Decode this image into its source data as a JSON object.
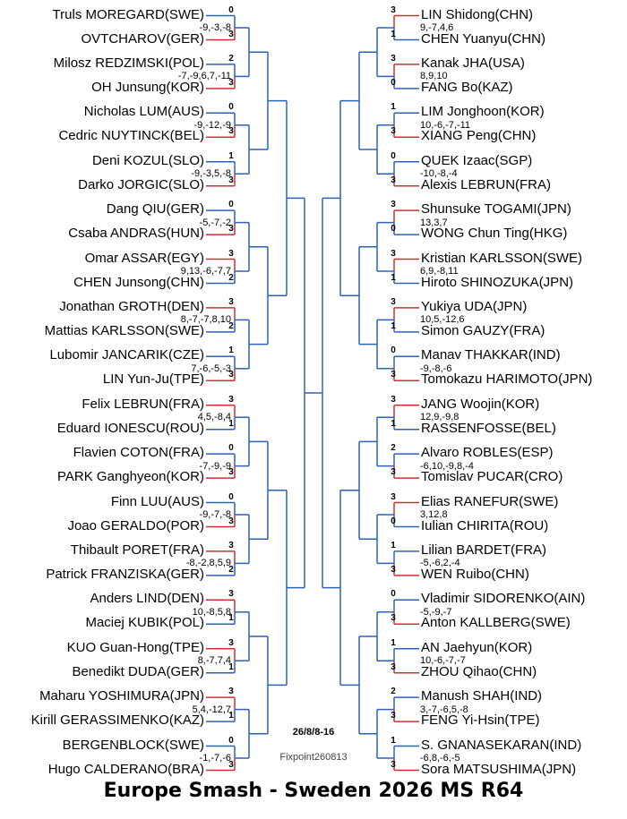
{
  "title": "Europe Smash - Sweden 2026 MS R64",
  "date": "26/8/8-16",
  "credit": "Fixpoint260813",
  "colors": {
    "winner_line": "#d03030",
    "loser_line": "#2e62b8",
    "bracket_line": "#2e62b8"
  },
  "left_matches": [
    {
      "p1": "Truls MOREGARD(SWE)",
      "p2": "OVTCHAROV(GER)",
      "score": "-9,-3,-8",
      "g1": "0",
      "g2": "3",
      "winner": 2
    },
    {
      "p1": "Milosz REDZIMSKI(POL)",
      "p2": "OH Junsung(KOR)",
      "score": "-7,-9,6,7,-11",
      "g1": "2",
      "g2": "3",
      "winner": 2
    },
    {
      "p1": "Nicholas LUM(AUS)",
      "p2": "Cedric NUYTINCK(BEL)",
      "score": "-9,-12,-9",
      "g1": "0",
      "g2": "3",
      "winner": 2
    },
    {
      "p1": "Deni KOZUL(SLO)",
      "p2": "Darko JORGIC(SLO)",
      "score": "-9,-3,5,-8",
      "g1": "1",
      "g2": "3",
      "winner": 2
    },
    {
      "p1": "Dang QIU(GER)",
      "p2": "Csaba ANDRAS(HUN)",
      "score": "-5,-7,-2",
      "g1": "0",
      "g2": "3",
      "winner": 2
    },
    {
      "p1": "Omar ASSAR(EGY)",
      "p2": "CHEN Junsong(CHN)",
      "score": "9,13,-6,-7,7",
      "g1": "3",
      "g2": "2",
      "winner": 1
    },
    {
      "p1": "Jonathan GROTH(DEN)",
      "p2": "Mattias KARLSSON(SWE)",
      "score": "8,-7,-7,8,10",
      "g1": "3",
      "g2": "2",
      "winner": 1
    },
    {
      "p1": "Lubomir JANCARIK(CZE)",
      "p2": "LIN Yun-Ju(TPE)",
      "score": "7,-6,-5,-3",
      "g1": "1",
      "g2": "3",
      "winner": 2
    },
    {
      "p1": "Felix LEBRUN(FRA)",
      "p2": "Eduard IONESCU(ROU)",
      "score": "4,5,-8,4",
      "g1": "3",
      "g2": "1",
      "winner": 1
    },
    {
      "p1": "Flavien COTON(FRA)",
      "p2": "PARK Ganghyeon(KOR)",
      "score": "-7,-9,-9",
      "g1": "0",
      "g2": "3",
      "winner": 2
    },
    {
      "p1": "Finn LUU(AUS)",
      "p2": "Joao GERALDO(POR)",
      "score": "-9,-7,-8",
      "g1": "0",
      "g2": "3",
      "winner": 2
    },
    {
      "p1": "Thibault PORET(FRA)",
      "p2": "Patrick FRANZISKA(GER)",
      "score": "-8,-2,8,5,9",
      "g1": "3",
      "g2": "2",
      "winner": 1
    },
    {
      "p1": "Anders LIND(DEN)",
      "p2": "Maciej KUBIK(POL)",
      "score": "10,-8,5,8",
      "g1": "3",
      "g2": "1",
      "winner": 1
    },
    {
      "p1": "KUO Guan-Hong(TPE)",
      "p2": "Benedikt DUDA(GER)",
      "score": "8,-7,7,4",
      "g1": "3",
      "g2": "1",
      "winner": 1
    },
    {
      "p1": "Maharu YOSHIMURA(JPN)",
      "p2": "Kirill GERASSIMENKO(KAZ)",
      "score": "5,4,-12,7",
      "g1": "3",
      "g2": "1",
      "winner": 1
    },
    {
      "p1": "BERGENBLOCK(SWE)",
      "p2": "Hugo CALDERANO(BRA)",
      "score": "-1,-7,-6",
      "g1": "0",
      "g2": "3",
      "winner": 2
    }
  ],
  "right_matches": [
    {
      "p1": "LIN Shidong(CHN)",
      "p2": "CHEN Yuanyu(CHN)",
      "score": "9,-7,4,6",
      "g1": "3",
      "g2": "1",
      "winner": 1
    },
    {
      "p1": "Kanak JHA(USA)",
      "p2": "FANG Bo(KAZ)",
      "score": "8,9,10",
      "g1": "3",
      "g2": "0",
      "winner": 1
    },
    {
      "p1": "LIM Jonghoon(KOR)",
      "p2": "XIANG Peng(CHN)",
      "score": "10,-6,-7,-11",
      "g1": "1",
      "g2": "3",
      "winner": 2
    },
    {
      "p1": "QUEK Izaac(SGP)",
      "p2": "Alexis LEBRUN(FRA)",
      "score": "-10,-8,-4",
      "g1": "0",
      "g2": "3",
      "winner": 2
    },
    {
      "p1": "Shunsuke TOGAMI(JPN)",
      "p2": "WONG Chun Ting(HKG)",
      "score": "13,3,7",
      "g1": "3",
      "g2": "0",
      "winner": 1
    },
    {
      "p1": "Kristian KARLSSON(SWE)",
      "p2": "Hiroto SHINOZUKA(JPN)",
      "score": "6,9,-8,11",
      "g1": "3",
      "g2": "1",
      "winner": 1
    },
    {
      "p1": "Yukiya UDA(JPN)",
      "p2": "Simon GAUZY(FRA)",
      "score": "10,5,-12,6",
      "g1": "3",
      "g2": "1",
      "winner": 1
    },
    {
      "p1": "Manav THAKKAR(IND)",
      "p2": "Tomokazu HARIMOTO(JPN)",
      "score": "-9,-8,-6",
      "g1": "0",
      "g2": "3",
      "winner": 2
    },
    {
      "p1": "JANG Woojin(KOR)",
      "p2": "RASSENFOSSE(BEL)",
      "score": "12,9,-9,8",
      "g1": "3",
      "g2": "1",
      "winner": 1
    },
    {
      "p1": "Alvaro ROBLES(ESP)",
      "p2": "Tomislav PUCAR(CRO)",
      "score": "-6,10,-9,8,-4",
      "g1": "2",
      "g2": "3",
      "winner": 2
    },
    {
      "p1": "Elias RANEFUR(SWE)",
      "p2": "Iulian CHIRITA(ROU)",
      "score": "3,12,8",
      "g1": "3",
      "g2": "0",
      "winner": 1
    },
    {
      "p1": "Lilian BARDET(FRA)",
      "p2": "WEN Ruibo(CHN)",
      "score": "-5,-6,2,-4",
      "g1": "1",
      "g2": "3",
      "winner": 2
    },
    {
      "p1": "Vladimir SIDORENKO(AIN)",
      "p2": "Anton KALLBERG(SWE)",
      "score": "-5,-9,-7",
      "g1": "0",
      "g2": "3",
      "winner": 2
    },
    {
      "p1": "AN Jaehyun(KOR)",
      "p2": "ZHOU Qihao(CHN)",
      "score": "10,-6,-7,-7",
      "g1": "1",
      "g2": "3",
      "winner": 2
    },
    {
      "p1": "Manush SHAH(IND)",
      "p2": "FENG Yi-Hsin(TPE)",
      "score": "3,-7,-6,5,-8",
      "g1": "2",
      "g2": "3",
      "winner": 2
    },
    {
      "p1": "S. GNANASEKARAN(IND)",
      "p2": "Sora MATSUSHIMA(JPN)",
      "score": "-6,8,-6,-5",
      "g1": "1",
      "g2": "3",
      "winner": 2
    }
  ]
}
